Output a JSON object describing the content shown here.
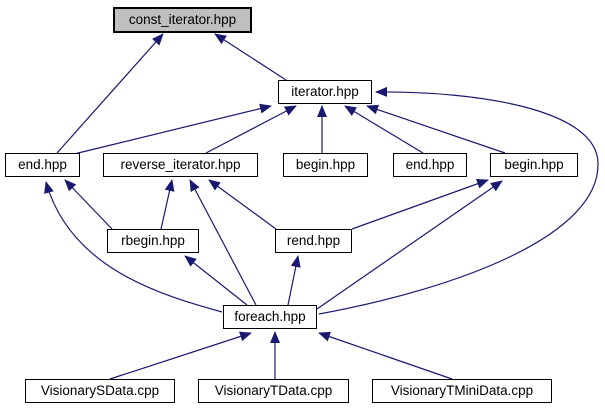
{
  "diagram": {
    "kind": "include-dependency-graph",
    "background_color": "#ffffff",
    "edge_color": "#191970",
    "node_fill": "#ffffff",
    "node_border_color": "#000000",
    "highlighted_node_fill": "#bfbfbf",
    "nodes": [
      {
        "id": "const_iterator",
        "label": "const_iterator.hpp",
        "highlighted": true
      },
      {
        "id": "iterator",
        "label": "iterator.hpp"
      },
      {
        "id": "end_left",
        "label": "end.hpp"
      },
      {
        "id": "reverse_iterator",
        "label": "reverse_iterator.hpp"
      },
      {
        "id": "begin_center",
        "label": "begin.hpp"
      },
      {
        "id": "end_center",
        "label": "end.hpp"
      },
      {
        "id": "begin_right",
        "label": "begin.hpp"
      },
      {
        "id": "rbegin",
        "label": "rbegin.hpp"
      },
      {
        "id": "rend",
        "label": "rend.hpp"
      },
      {
        "id": "foreach",
        "label": "foreach.hpp"
      },
      {
        "id": "visionary_sdata",
        "label": "VisionarySData.cpp"
      },
      {
        "id": "visionary_tdata",
        "label": "VisionaryTData.cpp"
      },
      {
        "id": "visionary_tminidata",
        "label": "VisionaryTMiniData.cpp"
      }
    ],
    "edges": [
      {
        "from": "end_left",
        "to": "const_iterator"
      },
      {
        "from": "iterator",
        "to": "const_iterator"
      },
      {
        "from": "end_left",
        "to": "iterator"
      },
      {
        "from": "reverse_iterator",
        "to": "iterator"
      },
      {
        "from": "begin_center",
        "to": "iterator"
      },
      {
        "from": "end_center",
        "to": "iterator"
      },
      {
        "from": "begin_right",
        "to": "iterator"
      },
      {
        "from": "foreach",
        "to": "iterator"
      },
      {
        "from": "rbegin",
        "to": "end_left"
      },
      {
        "from": "foreach",
        "to": "end_left"
      },
      {
        "from": "rbegin",
        "to": "reverse_iterator"
      },
      {
        "from": "foreach",
        "to": "reverse_iterator"
      },
      {
        "from": "rend",
        "to": "reverse_iterator"
      },
      {
        "from": "rend",
        "to": "begin_right"
      },
      {
        "from": "foreach",
        "to": "begin_right"
      },
      {
        "from": "foreach",
        "to": "rbegin"
      },
      {
        "from": "foreach",
        "to": "rend"
      },
      {
        "from": "visionary_sdata",
        "to": "foreach"
      },
      {
        "from": "visionary_tdata",
        "to": "foreach"
      },
      {
        "from": "visionary_tminidata",
        "to": "foreach"
      }
    ]
  }
}
